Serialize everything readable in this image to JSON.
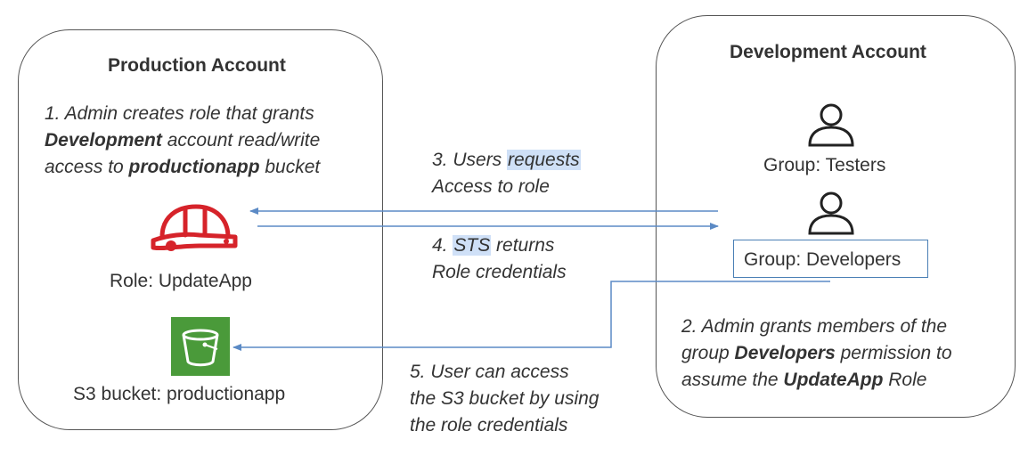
{
  "production": {
    "title": "Production Account",
    "step1": {
      "line1": "1. Admin creates role that grants",
      "line2_bold": "Development",
      "line2_rest": " account read/write",
      "line3_start": "access to ",
      "line3_bold": "productionapp",
      "line3_end": " bucket"
    },
    "role_label": "Role: UpdateApp",
    "bucket_label": "S3 bucket: productionapp"
  },
  "development": {
    "title": "Development Account",
    "testers_label": "Group: Testers",
    "developers_label": "Group: Developers",
    "step2": {
      "line1": "2. Admin grants members of the",
      "line2_start": "group ",
      "line2_bold": "Developers",
      "line2_end": " permission to",
      "line3_start": "assume the ",
      "line3_bold": "UpdateApp",
      "line3_end": " Role"
    }
  },
  "steps": {
    "step3_prefix": "3. Users ",
    "step3_highlight": "requests",
    "step3_line2": "Access to role",
    "step4_prefix": "4. ",
    "step4_highlight": "STS",
    "step4_rest": " returns",
    "step4_line2": "Role credentials",
    "step5_line1": "5. User can access",
    "step5_line2": "the S3 bucket by using",
    "step5_line3": "the role credentials"
  },
  "icons": {
    "role": "hard-hat-icon",
    "bucket": "s3-bucket-icon",
    "testers": "user-icon",
    "developers": "user-icon"
  },
  "colors": {
    "arrow": "#5b8ac5",
    "role_icon": "#d6232a",
    "s3_icon": "#4a9a3a",
    "highlight": "#cfe0f7"
  }
}
